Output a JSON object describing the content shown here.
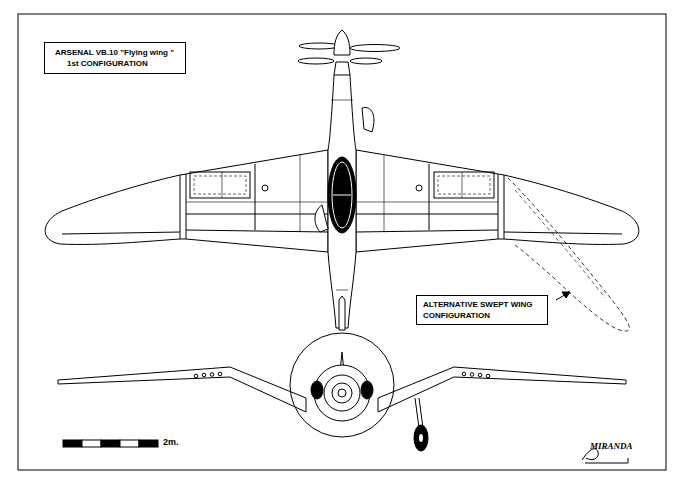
{
  "diagram": {
    "nodes": [
      {
        "text": [
          "ARSENAL VB.10 \"Flying wing \"",
          "1st CONFIGURATION"
        ]
      },
      {
        "text": [
          "ALTERNATIVE SWEPT WING CONFIGURATION"
        ]
      }
    ],
    "labels": [
      "2m.",
      "MIRANDA"
    ]
  }
}
